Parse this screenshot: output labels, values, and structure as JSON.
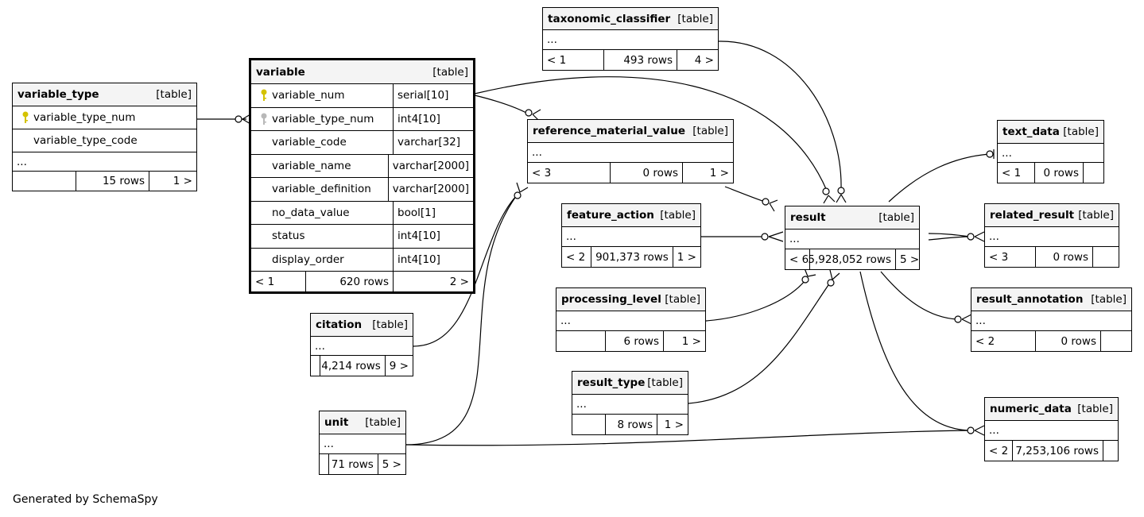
{
  "footer": "Generated by SchemaSpy",
  "tables": {
    "variable_type": {
      "name": "variable_type",
      "kind": "[table]",
      "columns": [
        {
          "name": "variable_type_num",
          "key": "primary"
        },
        {
          "name": "variable_type_code",
          "key": ""
        }
      ],
      "ellipsis": "...",
      "stats": {
        "parents": "",
        "rows": "15 rows",
        "children": "1 >"
      }
    },
    "variable": {
      "name": "variable",
      "kind": "[table]",
      "columns": [
        {
          "name": "variable_num",
          "type": "serial[10]",
          "key": "primary"
        },
        {
          "name": "variable_type_num",
          "type": "int4[10]",
          "key": "foreign"
        },
        {
          "name": "variable_code",
          "type": "varchar[32]",
          "key": ""
        },
        {
          "name": "variable_name",
          "type": "varchar[2000]",
          "key": ""
        },
        {
          "name": "variable_definition",
          "type": "varchar[2000]",
          "key": ""
        },
        {
          "name": "no_data_value",
          "type": "bool[1]",
          "key": ""
        },
        {
          "name": "status",
          "type": "int4[10]",
          "key": ""
        },
        {
          "name": "display_order",
          "type": "int4[10]",
          "key": ""
        }
      ],
      "stats": {
        "parents": "< 1",
        "rows": "620 rows",
        "children": "2 >"
      }
    },
    "taxonomic_classifier": {
      "name": "taxonomic_classifier",
      "kind": "[table]",
      "ellipsis": "...",
      "stats": {
        "parents": "< 1",
        "rows": "493 rows",
        "children": "4 >"
      }
    },
    "reference_material_value": {
      "name": "reference_material_value",
      "kind": "[table]",
      "ellipsis": "...",
      "stats": {
        "parents": "< 3",
        "rows": "0 rows",
        "children": "1 >"
      }
    },
    "feature_action": {
      "name": "feature_action",
      "kind": "[table]",
      "ellipsis": "...",
      "stats": {
        "parents": "< 2",
        "rows": "901,373 rows",
        "children": "1 >"
      }
    },
    "result": {
      "name": "result",
      "kind": "[table]",
      "ellipsis": "...",
      "stats": {
        "parents": "< 6",
        "rows": "5,928,052 rows",
        "children": "5 >"
      }
    },
    "processing_level": {
      "name": "processing_level",
      "kind": "[table]",
      "ellipsis": "...",
      "stats": {
        "parents": "",
        "rows": "6 rows",
        "children": "1 >"
      }
    },
    "citation": {
      "name": "citation",
      "kind": "[table]",
      "ellipsis": "...",
      "stats": {
        "parents": "",
        "rows": "4,214 rows",
        "children": "9 >"
      }
    },
    "result_type": {
      "name": "result_type",
      "kind": "[table]",
      "ellipsis": "...",
      "stats": {
        "parents": "",
        "rows": "8 rows",
        "children": "1 >"
      }
    },
    "unit": {
      "name": "unit",
      "kind": "[table]",
      "ellipsis": "...",
      "stats": {
        "parents": "",
        "rows": "71 rows",
        "children": "5 >"
      }
    },
    "text_data": {
      "name": "text_data",
      "kind": "[table]",
      "ellipsis": "...",
      "stats": {
        "parents": "< 1",
        "rows": "0 rows",
        "children": ""
      }
    },
    "related_result": {
      "name": "related_result",
      "kind": "[table]",
      "ellipsis": "...",
      "stats": {
        "parents": "< 3",
        "rows": "0 rows",
        "children": ""
      }
    },
    "result_annotation": {
      "name": "result_annotation",
      "kind": "[table]",
      "ellipsis": "...",
      "stats": {
        "parents": "< 2",
        "rows": "0 rows",
        "children": ""
      }
    },
    "numeric_data": {
      "name": "numeric_data",
      "kind": "[table]",
      "ellipsis": "...",
      "stats": {
        "parents": "< 2",
        "rows": "7,253,106 rows",
        "children": ""
      }
    }
  },
  "colors": {
    "primary_key": "#d4c200",
    "foreign_key": "#b8b8b8",
    "header_bg": "#f4f4f4"
  }
}
